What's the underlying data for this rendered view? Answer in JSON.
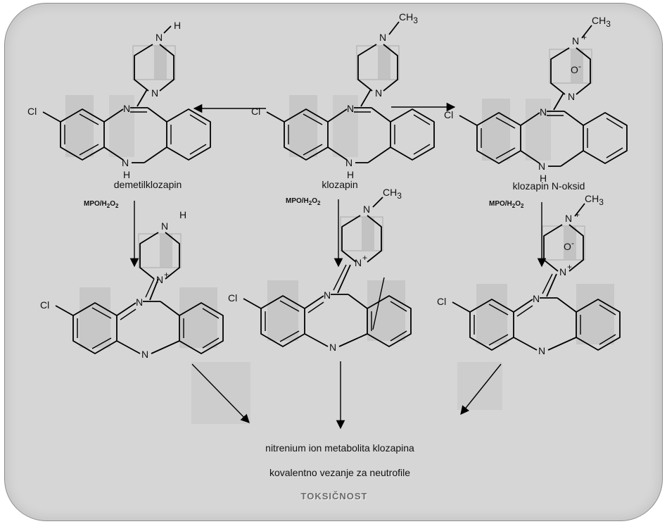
{
  "molecules": {
    "demetilklozapin": {
      "label": "demetilklozapin"
    },
    "klozapin": {
      "label": "klozapin"
    },
    "klozapin_n_oksid": {
      "label": "klozapin N-oksid"
    }
  },
  "conditions": {
    "reagent_prefix": "MPO/H",
    "sub_1": "2",
    "mid": "O",
    "sub_2": "2"
  },
  "atoms": {
    "Cl": "Cl",
    "N": "N",
    "H": "H",
    "NH": "H",
    "N_plus": "N",
    "plus": "+",
    "CH3": "CH",
    "CH3_sub": "3",
    "O_minus": "O",
    "minus": "-"
  },
  "results": {
    "line1": "nitrenium ion metabolita klozapina",
    "line2": "kovalentno vezanje za neutrofile",
    "line3": "TOKSIČNOST"
  },
  "colors": {
    "panel_bg": "#d6d6d6",
    "highlight": "#bfbfbf",
    "toxicity": "#6a6a6a"
  }
}
